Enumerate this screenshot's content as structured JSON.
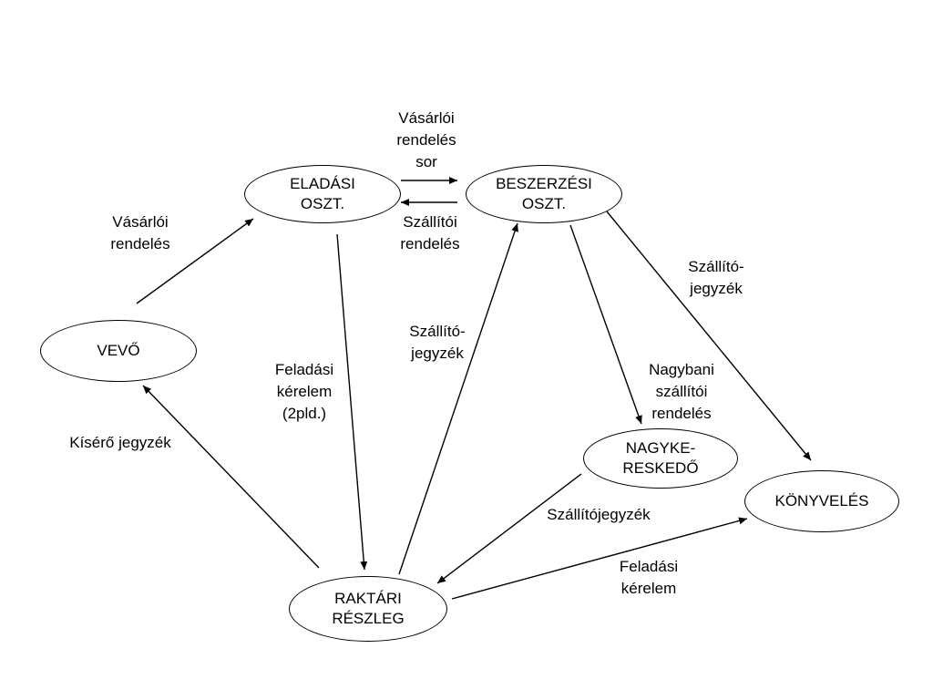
{
  "nodes": {
    "elado": "ELADÁSI\nOSZT.",
    "beszerzo": "BESZERZÉSI\nOSZT.",
    "vevo": "VEVŐ",
    "nagyker": "NAGYKE-\nRESKEDŐ",
    "konyveles": "KÖNYVELÉS",
    "raktar": "RAKTÁRI\nRÉSZLEG"
  },
  "edges": {
    "vevo_to_elado": "Vásárlói\nrendelés",
    "elado_to_beszerzo": "Vásárlói\nrendelés\nsor",
    "beszerzo_to_elado": "Szállítói\nrendelés",
    "beszerzo_to_konyveles": "Szállító-\njegyzék",
    "raktar_to_beszerzo": "Szállító-\njegyzék",
    "elado_to_raktar": "Feladási\nkérelem\n(2pld.)",
    "beszerzo_to_nagyker": "Nagybani\nszállítói\nrendelés",
    "raktar_to_vevo": "Kísérő jegyzék",
    "nagyker_to_raktar": "Szállítójegyzék",
    "raktar_to_konyveles": "Feladási\nkérelem"
  }
}
